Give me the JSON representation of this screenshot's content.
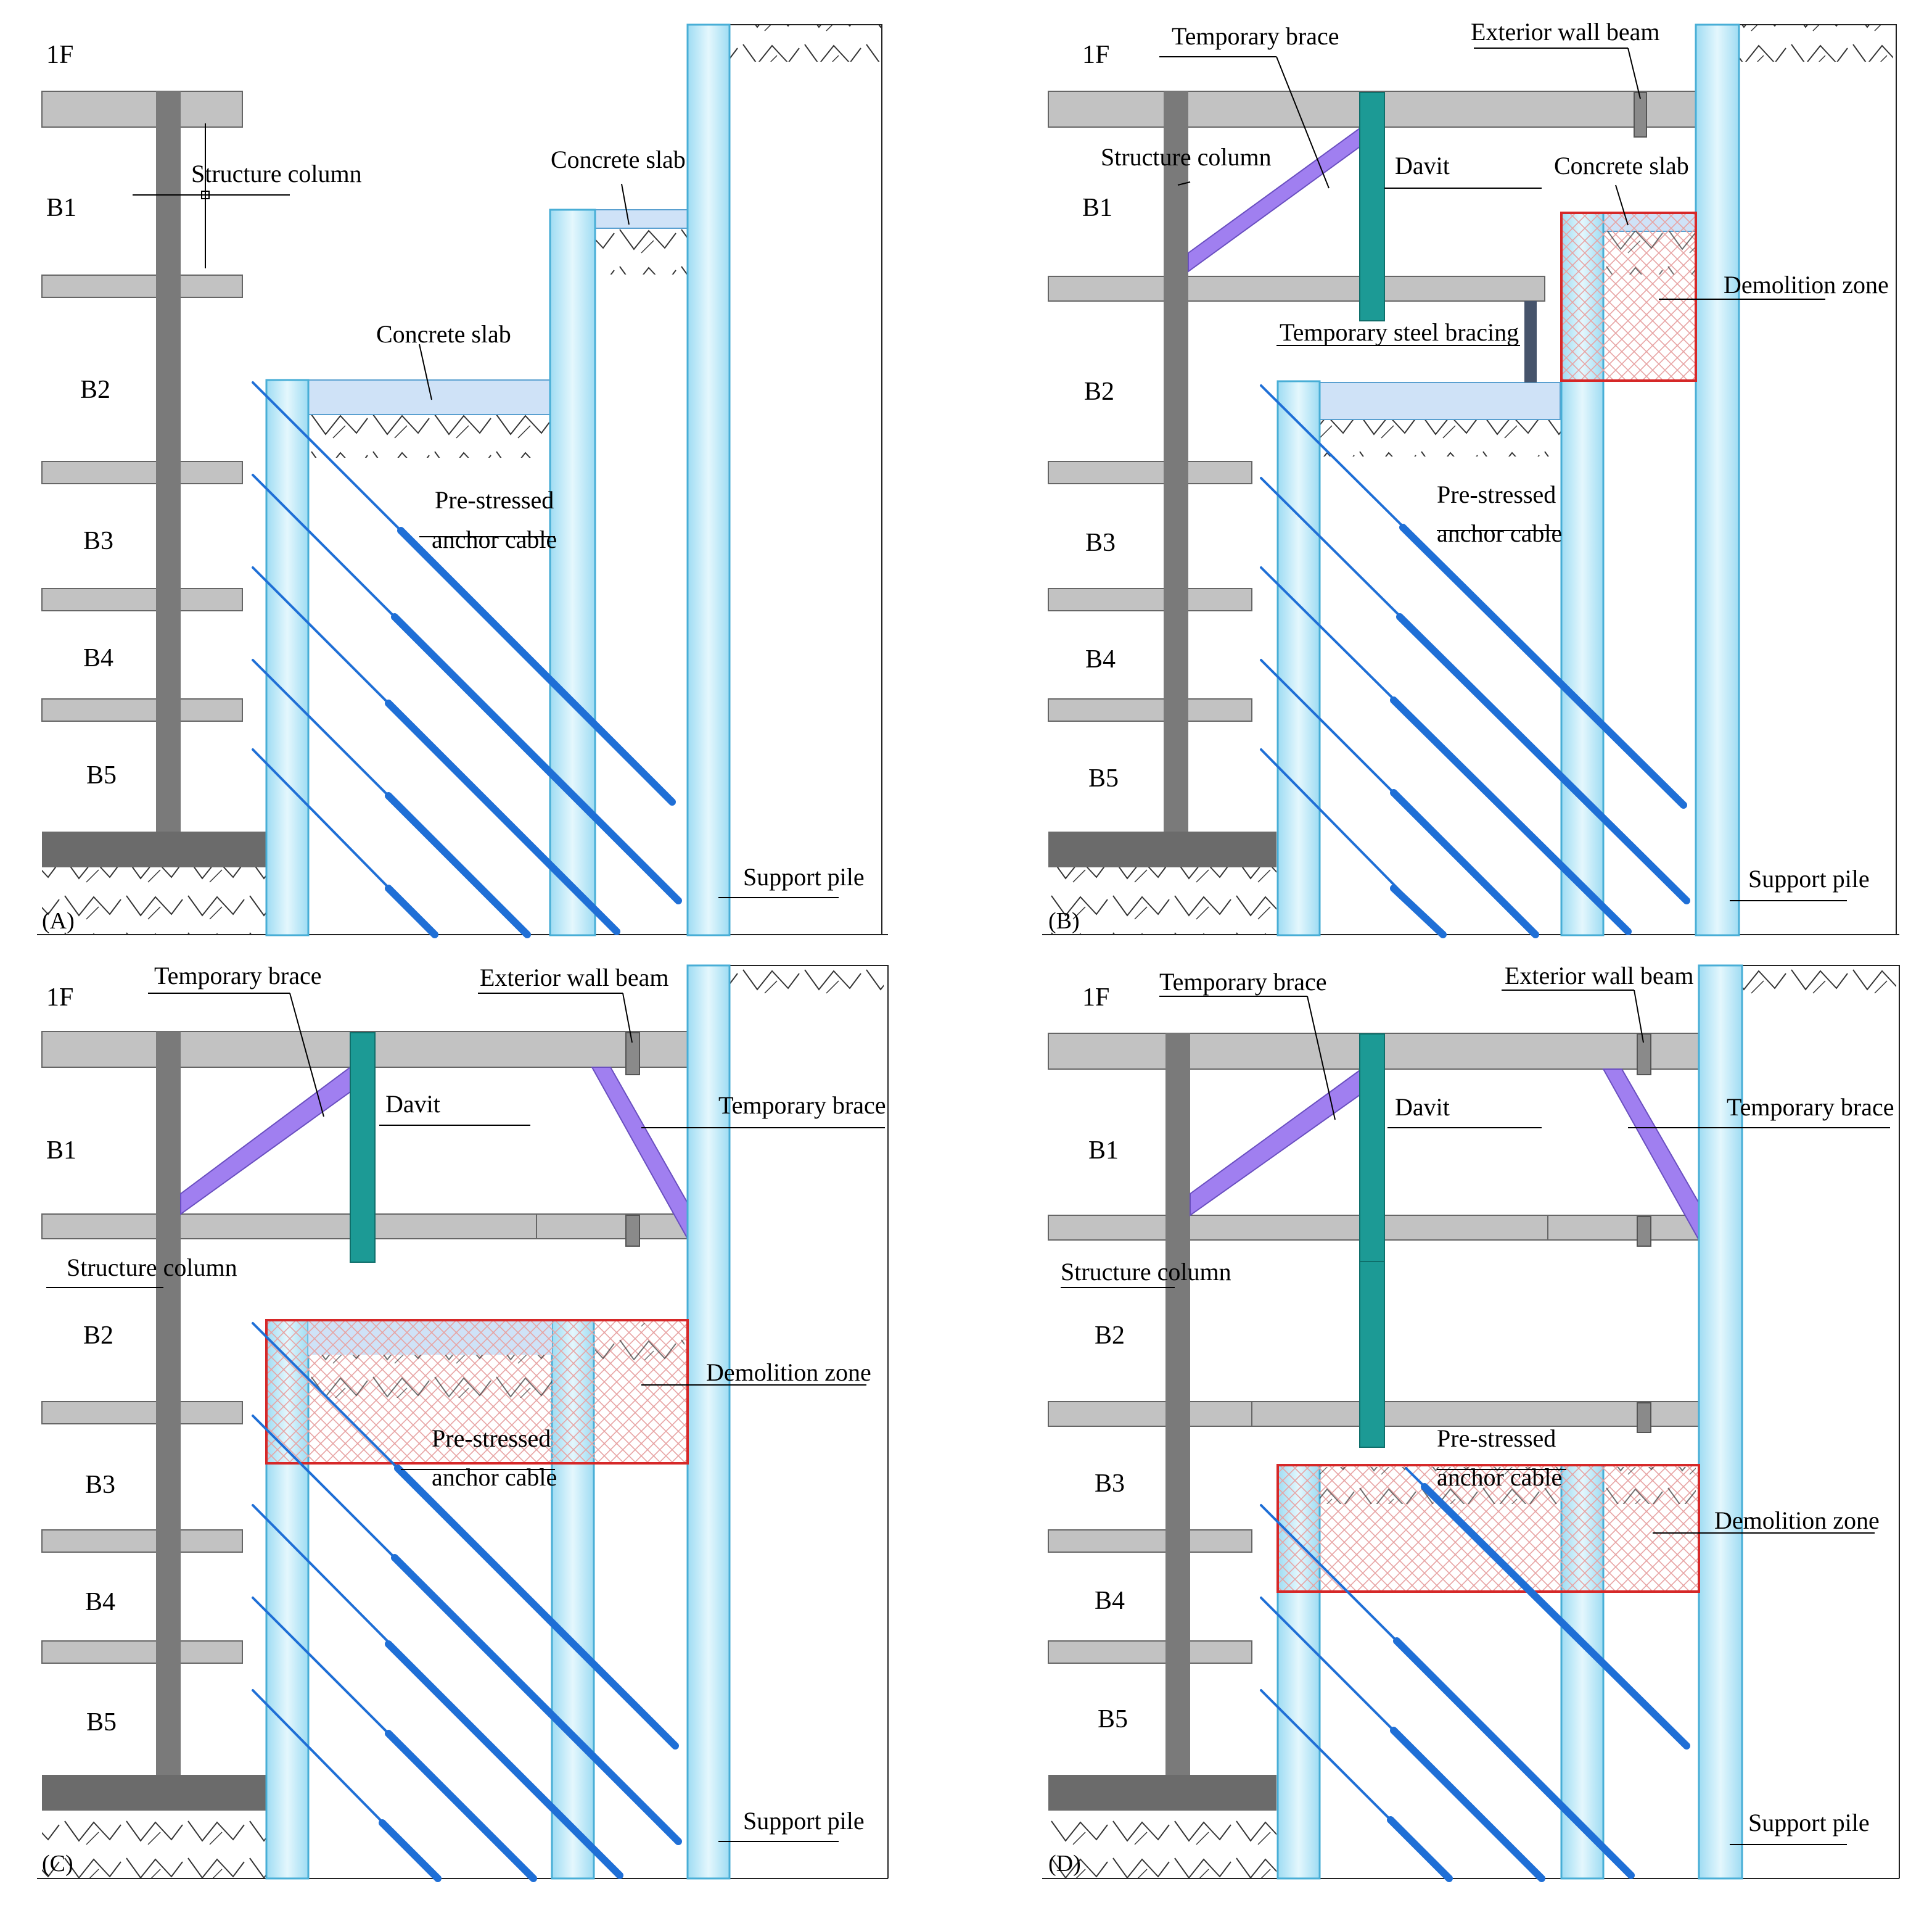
{
  "colors": {
    "slab": "#c2c2c2",
    "column": "#7a7a7a",
    "foundation": "#6b6b6b",
    "pile_fill": "#bfeaf8",
    "pile_edge": "#48aed6",
    "concrete_slab": "#cfe2f7",
    "anchor_cable": "#1f6fd6",
    "davit": "#1c9a95",
    "temporary_brace": "#a07ff0",
    "steel_bracing": "#46546b",
    "demolition_border": "#d62828",
    "demolition_hatch": "#e7a3a3"
  },
  "panels": [
    {
      "id": "A",
      "panel_label": "(A)",
      "floors": [
        "1F",
        "B1",
        "B2",
        "B3",
        "B4",
        "B5"
      ],
      "callouts": {
        "structure_column": "Structure column",
        "concrete_slab_upper": "Concrete slab",
        "concrete_slab_lower": "Concrete slab",
        "anchor_cable_1": "Pre-stressed",
        "anchor_cable_2": "anchor cable",
        "support_pile": "Support pile"
      }
    },
    {
      "id": "B",
      "panel_label": "(B)",
      "floors": [
        "1F",
        "B1",
        "B2",
        "B3",
        "B4",
        "B5"
      ],
      "callouts": {
        "temporary_brace": "Temporary brace",
        "exterior_wall_beam": "Exterior wall beam",
        "structure_column": "Structure column",
        "davit": "Davit",
        "concrete_slab": "Concrete slab",
        "demolition_zone": "Demolition zone",
        "temporary_steel_bracing": "Temporary steel bracing",
        "anchor_cable_1": "Pre-stressed",
        "anchor_cable_2": "anchor cable",
        "support_pile": "Support pile"
      }
    },
    {
      "id": "C",
      "panel_label": "(C)",
      "floors": [
        "1F",
        "B1",
        "B2",
        "B3",
        "B4",
        "B5"
      ],
      "callouts": {
        "temporary_brace_left": "Temporary brace",
        "exterior_wall_beam": "Exterior wall beam",
        "davit": "Davit",
        "temporary_brace_right": "Temporary brace",
        "structure_column": "Structure column",
        "demolition_zone": "Demolition zone",
        "anchor_cable_1": "Pre-stressed",
        "anchor_cable_2": "anchor cable",
        "support_pile": "Support pile"
      }
    },
    {
      "id": "D",
      "panel_label": "(D)",
      "floors": [
        "1F",
        "B1",
        "B2",
        "B3",
        "B4",
        "B5"
      ],
      "callouts": {
        "temporary_brace_left": "Temporary brace",
        "exterior_wall_beam": "Exterior wall beam",
        "davit": "Davit",
        "temporary_brace_right": "Temporary brace",
        "structure_column": "Structure column",
        "demolition_zone": "Demolition zone",
        "anchor_cable_1": "Pre-stressed",
        "anchor_cable_2": "anchor cable",
        "support_pile": "Support pile"
      }
    }
  ]
}
